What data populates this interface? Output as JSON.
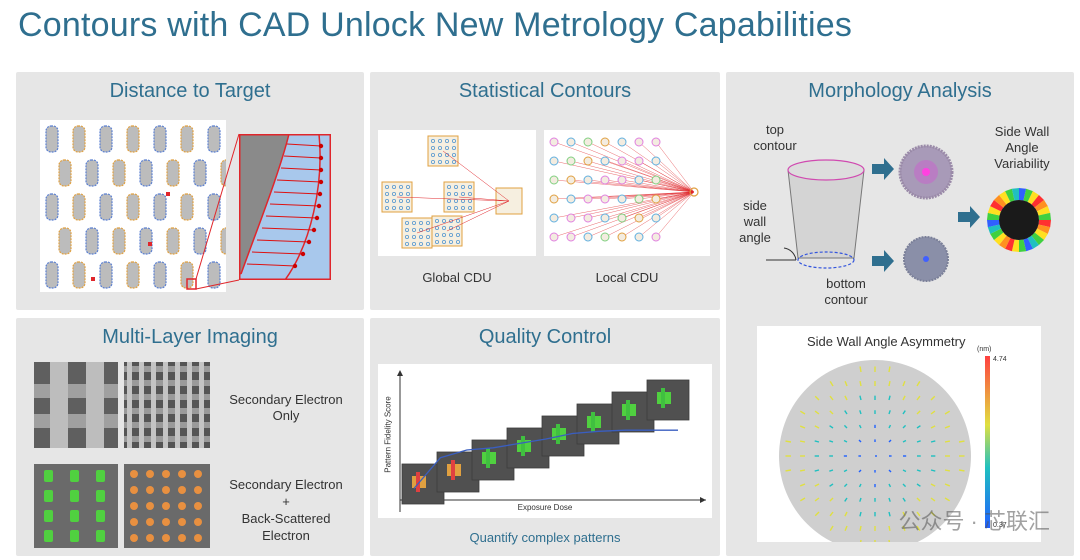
{
  "title": "Contours with CAD Unlock New Metrology Capabilities",
  "panels": {
    "distance": {
      "title": "Distance to Target"
    },
    "statistical": {
      "title": "Statistical Contours",
      "global_label": "Global CDU",
      "local_label": "Local CDU"
    },
    "morphology": {
      "title": "Morphology Analysis",
      "top_contour": "top\ncontour",
      "side_wall_angle": "side\nwall\nangle",
      "bottom_contour": "bottom\ncontour",
      "swa_variability": "Side Wall\nAngle\nVariability"
    },
    "multilayer": {
      "title": "Multi-Layer Imaging",
      "se_only": "Secondary Electron\nOnly",
      "se_bse": "Secondary Electron\n+\nBack-Scattered\nElectron"
    },
    "quality": {
      "title": "Quality Control",
      "y_axis": "Pattern Fidelity Score",
      "x_axis": "Exposure Dose",
      "caption": "Quantify complex patterns"
    },
    "asymmetry": {
      "title": "Side Wall Angle Asymmetry",
      "unit": "(nm)",
      "max": "4.74",
      "min": "0.37"
    }
  },
  "watermark": "公众号 · 芯联汇",
  "chart_data": {
    "type": "line",
    "title": "",
    "xlabel": "Exposure Dose",
    "ylabel": "Pattern Fidelity Score",
    "series": [
      {
        "values": [
          0.05,
          0.33,
          0.4,
          0.42,
          0.46,
          0.5,
          0.55,
          0.57,
          0.58,
          0.58,
          0.58
        ]
      }
    ]
  },
  "colors": {
    "accent": "#2f6f8f",
    "panel": "#e6e6e6",
    "highlight": "#e0262b"
  }
}
